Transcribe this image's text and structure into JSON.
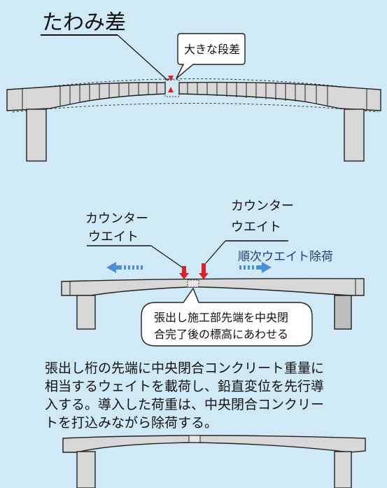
{
  "panel1": {
    "title": "たわみ差",
    "callout": "大きな段差"
  },
  "panel2": {
    "counterweight_left": [
      "カウンター",
      "ウエイト"
    ],
    "counterweight_right": [
      "カウンター",
      "ウエイト"
    ],
    "removal_label": "順次ウエイト除荷",
    "callout": [
      "張出し施工部先端を中央閉",
      "合完了後の標高にあわせる"
    ]
  },
  "panel3": {
    "paragraph": [
      "張出し桁の先端に中央閉合コンクリート重量に",
      "相当するウェイトを載荷し、鉛直変位を先行導",
      "入する。導入した荷重は、中央閉合コンクリー",
      "トを打込みながら除荷する。"
    ]
  },
  "colors": {
    "background": "#cfe9f7",
    "girder": "#d7d7d7",
    "girder_stroke": "#222222",
    "arrow_red": "#d8232a",
    "arrow_blue": "#4a8fd6",
    "callout_fill": "#ffffff"
  }
}
